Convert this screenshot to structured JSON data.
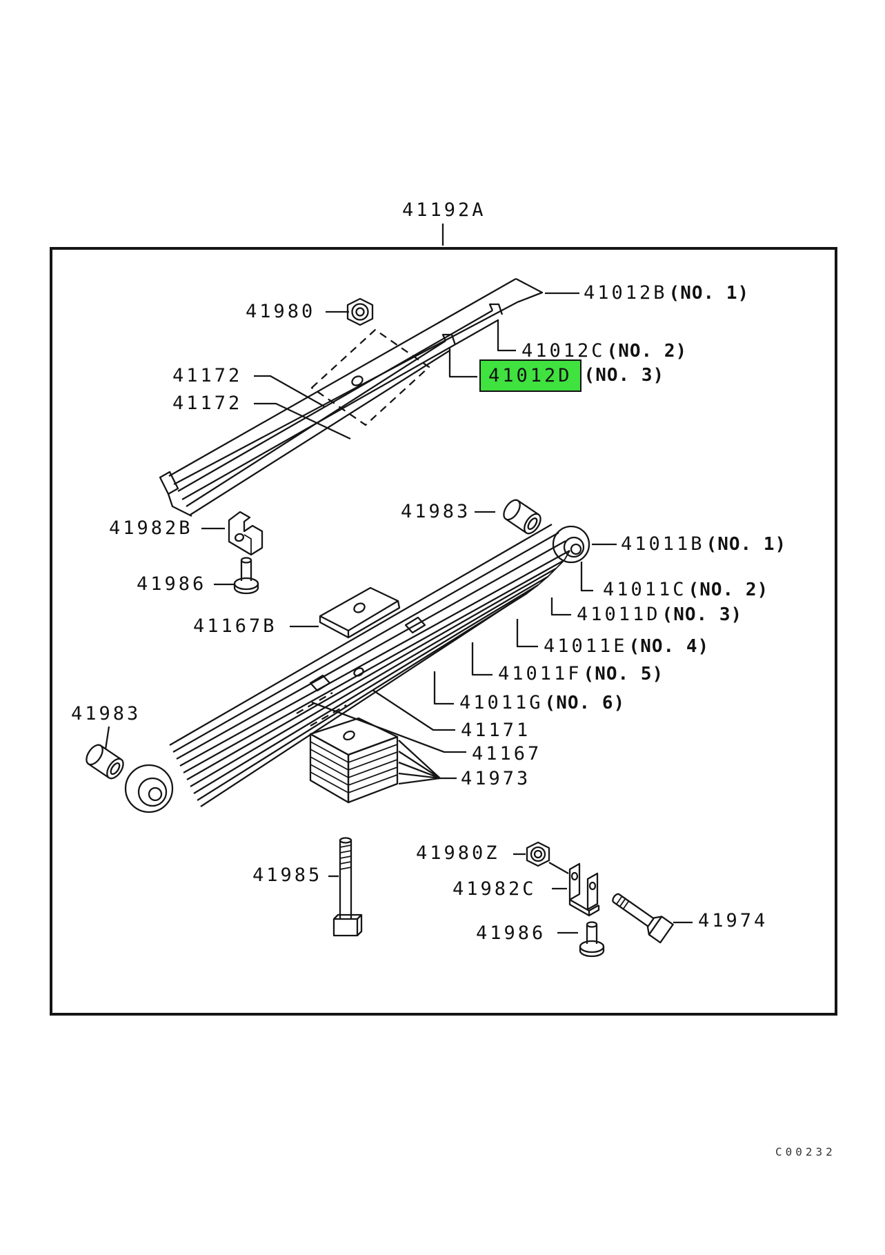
{
  "diagram": {
    "assembly_label": "41192A",
    "drawing_code": "C00232",
    "highlight_color": "#3FE23F",
    "line_color": "#151515"
  },
  "labels": {
    "assembly": "41192A",
    "nut_upper": "41980",
    "aux_leaf_no1": {
      "part": "41012B",
      "note": "(NO. 1)"
    },
    "aux_leaf_no2": {
      "part": "41012C",
      "note": "(NO. 2)"
    },
    "aux_leaf_no3": {
      "part": "41012D",
      "note": "(NO. 3)",
      "highlighted": true
    },
    "clip_upper_a": "41172",
    "clip_upper_b": "41172",
    "clamp_upper": "41982B",
    "bushing_upper": "41983",
    "pin_upper": "41986",
    "plate": "41167B",
    "main_leaf_no1": {
      "part": "41011B",
      "note": "(NO. 1)"
    },
    "main_leaf_no2": {
      "part": "41011C",
      "note": "(NO. 2)"
    },
    "main_leaf_no3": {
      "part": "41011D",
      "note": "(NO. 3)"
    },
    "main_leaf_no4": {
      "part": "41011E",
      "note": "(NO. 4)"
    },
    "main_leaf_no5": {
      "part": "41011F",
      "note": "(NO. 5)"
    },
    "main_leaf_no6": {
      "part": "41011G",
      "note": "(NO. 6)"
    },
    "seat": "41171",
    "spacer": "41167",
    "shim_stack": "41973",
    "bushing_lower": "41983",
    "center_bolt": "41985",
    "nut_lower": "41980Z",
    "clamp_lower": "41982C",
    "pin_lower": "41986",
    "bolt": "41974",
    "drawing_code": "C00232"
  }
}
